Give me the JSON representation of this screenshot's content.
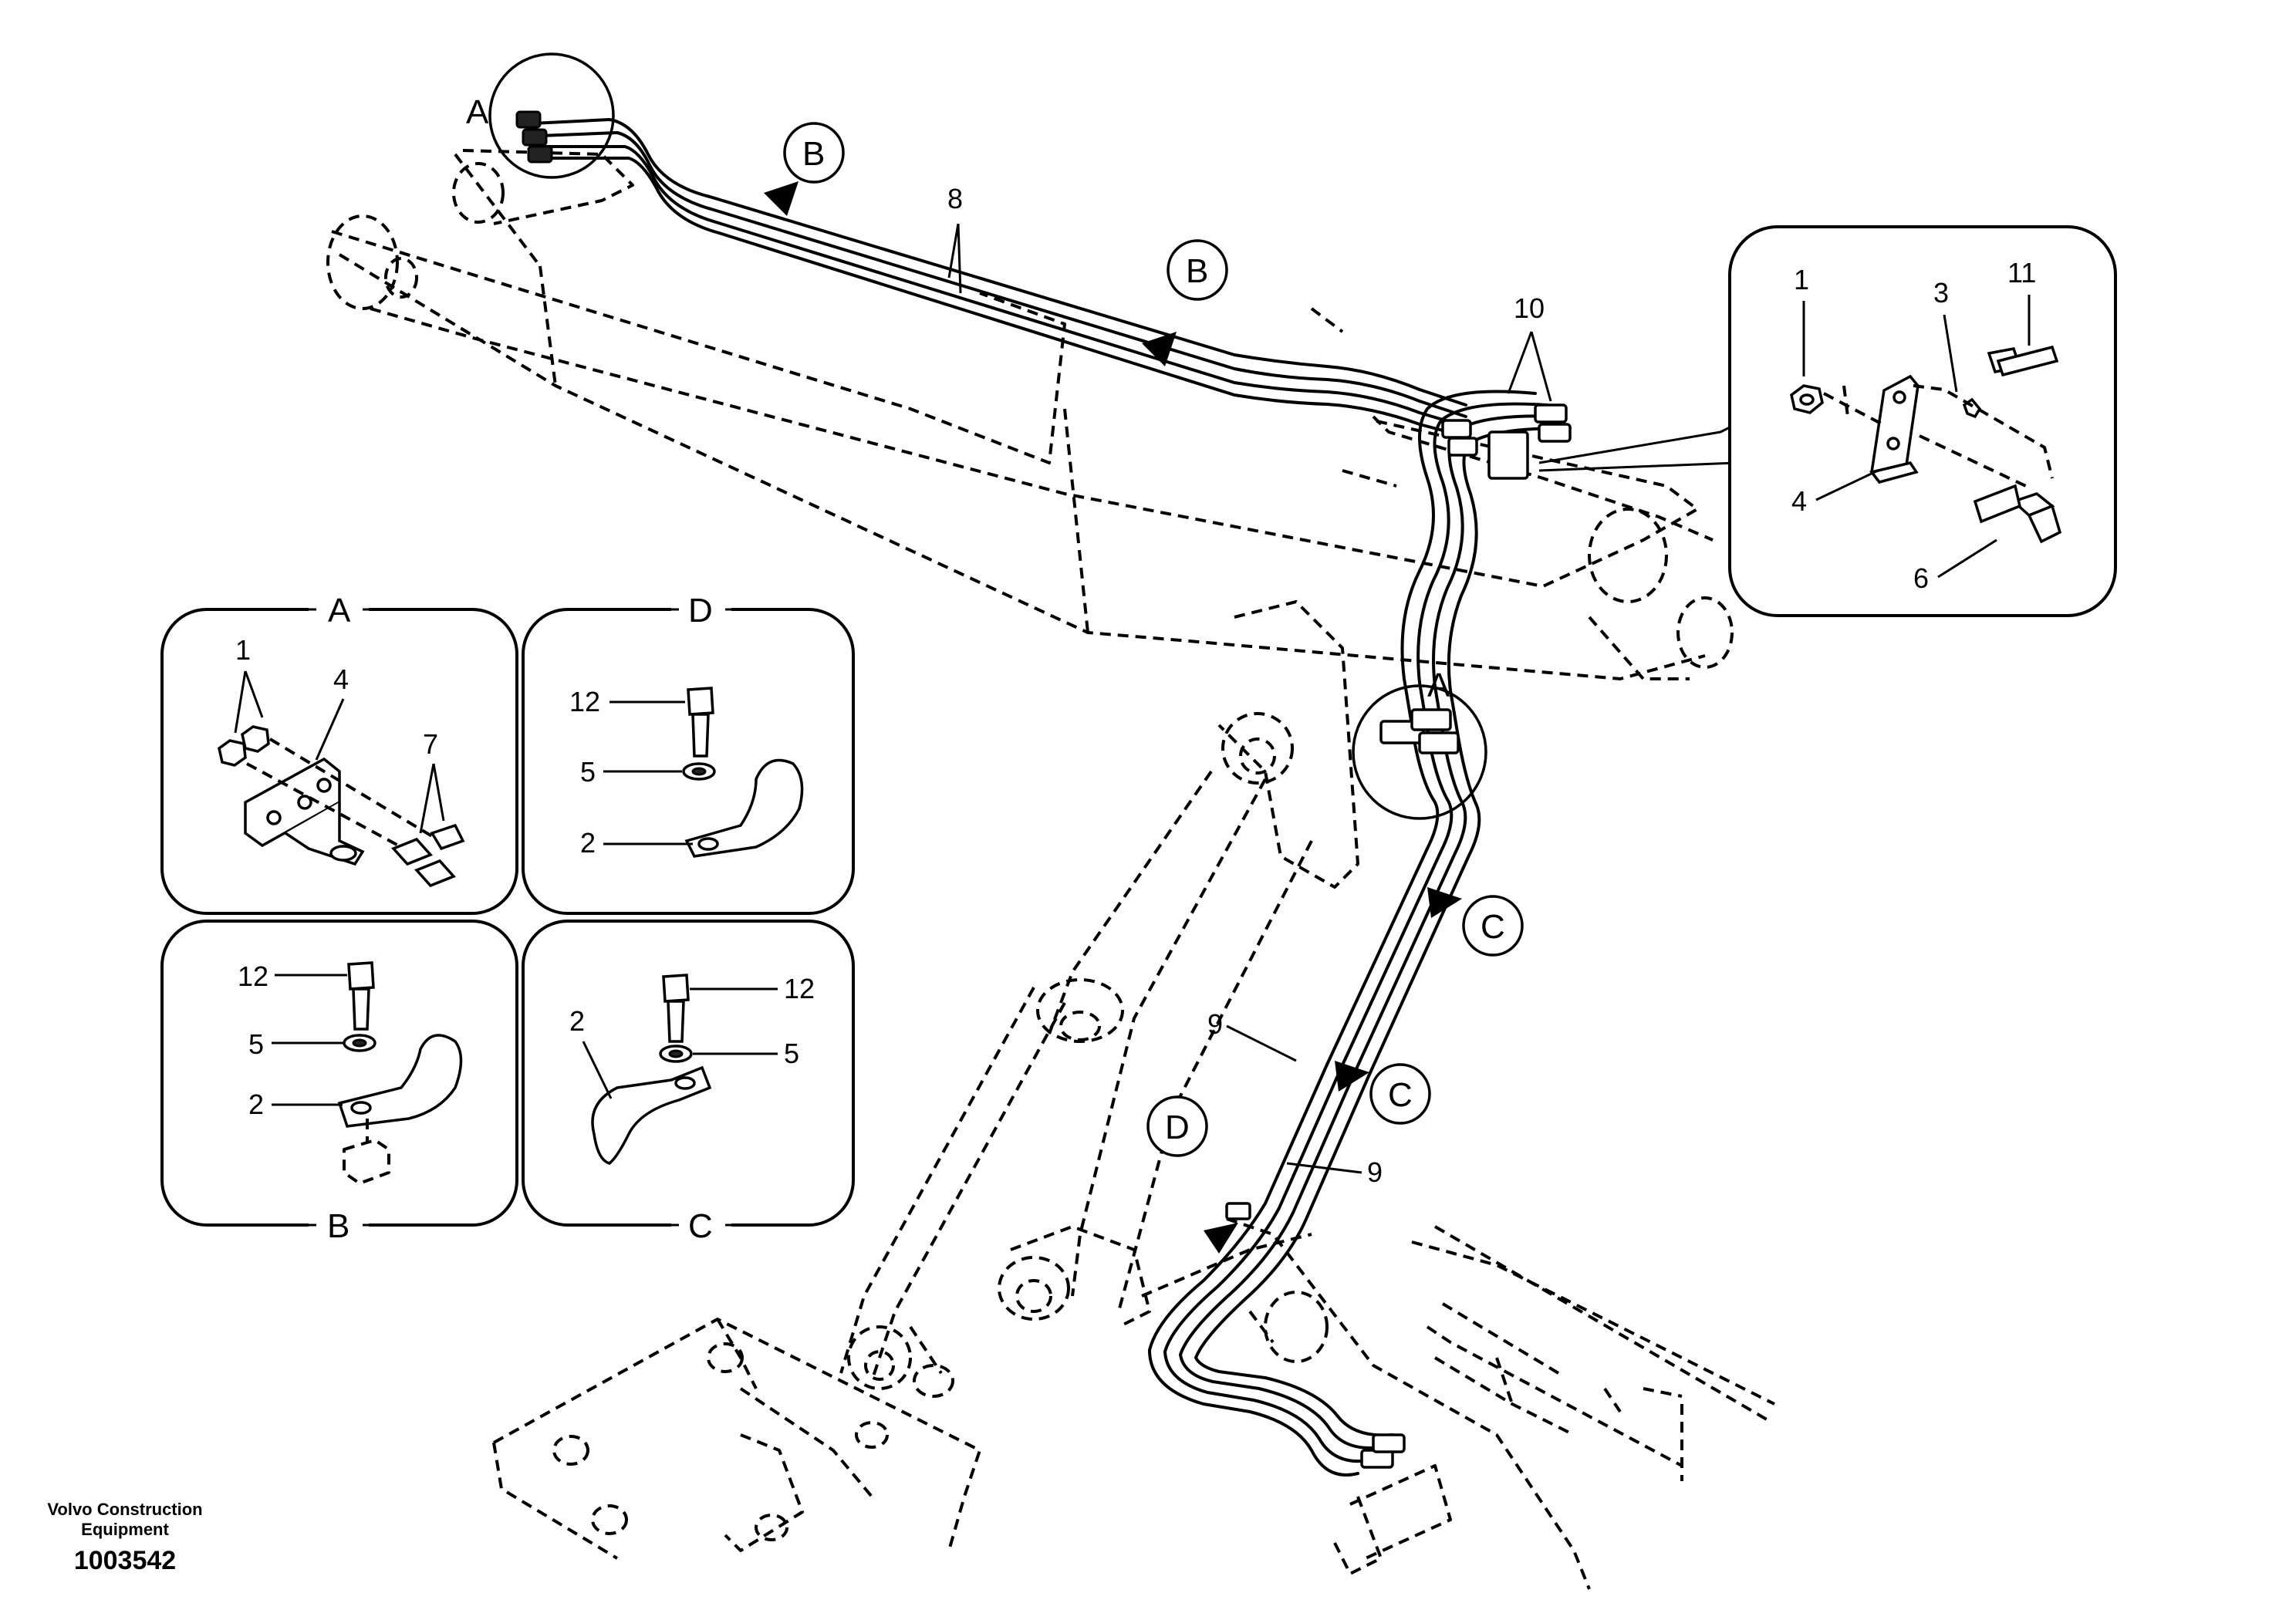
{
  "callouts": {
    "n1": "1",
    "n2": "2",
    "n3": "3",
    "n4": "4",
    "n5": "5",
    "n6": "6",
    "n7": "7",
    "n8": "8",
    "n9": "9",
    "n10": "10",
    "n11": "11",
    "n12": "12"
  },
  "views": {
    "a": "A",
    "b": "B",
    "c": "C",
    "d": "D"
  },
  "footer": {
    "company_line1": "Volvo Construction",
    "company_line2": "Equipment",
    "drawing_number": "1003542"
  }
}
